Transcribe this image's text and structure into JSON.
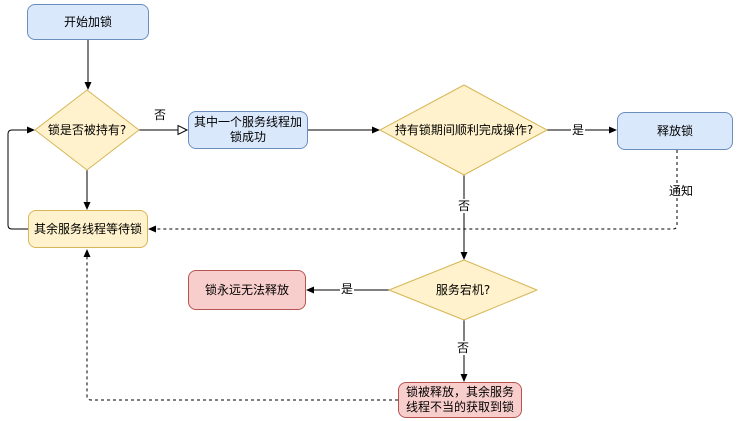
{
  "diagram": {
    "nodes": {
      "start": "开始加锁",
      "lock_held": "锁是否被持有?",
      "acquire_success_line1": "其中一个服务线程加",
      "acquire_success_line2": "锁成功",
      "operation_ok": "持有锁期间顺利完成操作?",
      "release": "释放锁",
      "waiting": "其余服务线程等待锁",
      "service_down": "服务宕机?",
      "never_release": "锁永远无法释放",
      "wrong_acquire_line1": "锁被释放，其余服务",
      "wrong_acquire_line2": "线程不当的获取到锁"
    },
    "edge_labels": {
      "no_to_acquire": "否",
      "yes_to_release": "是",
      "no_to_service_down": "否",
      "notify": "通知",
      "yes_to_never_release": "是",
      "no_to_wrong_acquire": "否"
    },
    "colors": {
      "process_fill": "#dae8fc",
      "process_stroke": "#6c8ebf",
      "decision_fill": "#fff2cc",
      "decision_stroke": "#d6b656",
      "alert_fill": "#f8cecc",
      "alert_stroke": "#b85450",
      "edge_stroke": "#000000",
      "background": "#ffffff"
    }
  }
}
